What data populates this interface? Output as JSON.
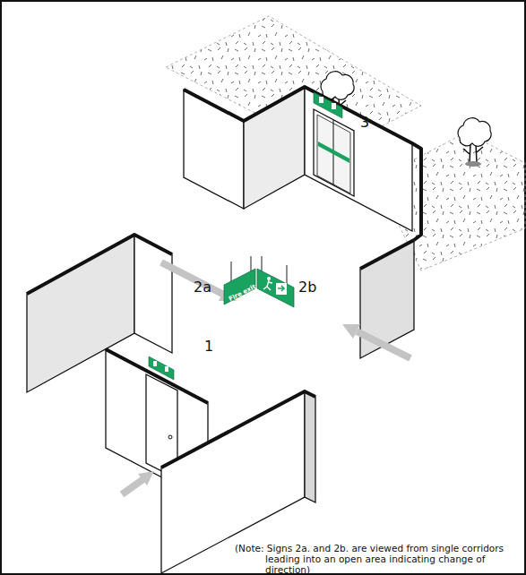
{
  "diagram": {
    "labels": [
      "1",
      "2a",
      "2b",
      "3",
      "Fire exit",
      "(Note: Signs 2a. and 2b. are viewed from single corridors leading into an open area indicating change of direction)"
    ]
  }
}
